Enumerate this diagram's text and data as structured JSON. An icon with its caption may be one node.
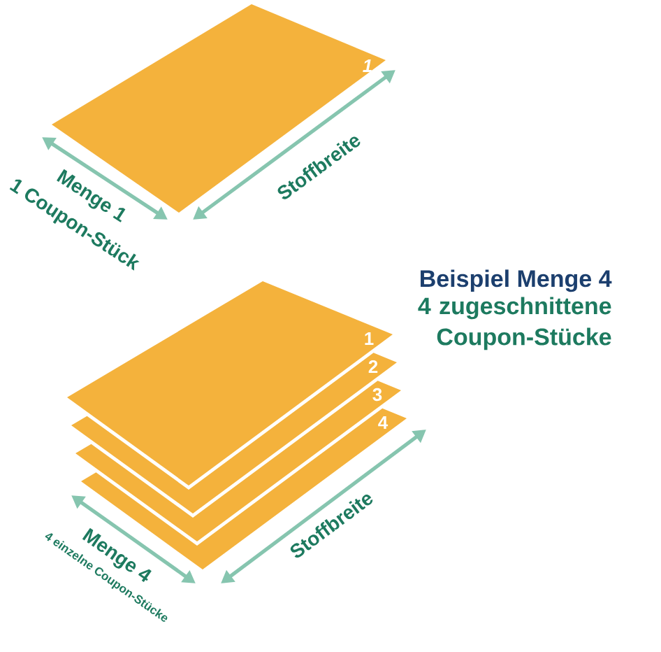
{
  "diagram": {
    "nodes": [
      {
        "text": [
          "1"
        ]
      },
      {
        "text": [
          "1"
        ]
      },
      {
        "text": [
          "2"
        ]
      },
      {
        "text": [
          "3"
        ]
      },
      {
        "text": [
          "4"
        ]
      }
    ],
    "labels": [
      "Menge 1",
      "1 Coupon-Stück",
      "Stoffbreite",
      "Beispiel Menge 4",
      "4 zugeschnittene Coupon-Stücke",
      "Menge 4",
      "4 einzelne Coupon-Stücke",
      "Stoffbreite"
    ]
  }
}
